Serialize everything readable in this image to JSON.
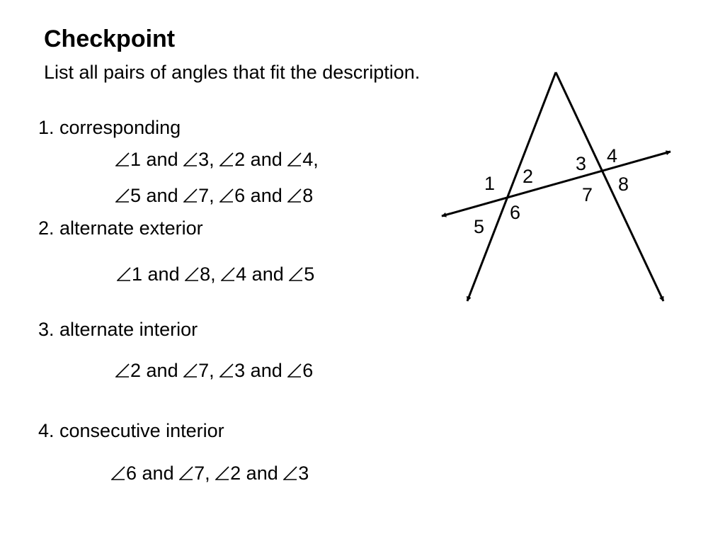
{
  "title": "Checkpoint",
  "subtitle": "List all pairs of angles that fit the description.",
  "questions": [
    {
      "label": "1.  corresponding",
      "answers": [
        [
          {
            "n": "1"
          },
          {
            "t": " and "
          },
          {
            "n": "3"
          },
          {
            "t": ", "
          },
          {
            "n": "2"
          },
          {
            "t": " and "
          },
          {
            "n": "4"
          },
          {
            "t": ","
          }
        ],
        [
          {
            "n": "5"
          },
          {
            "t": " and "
          },
          {
            "n": "7"
          },
          {
            "t": ", "
          },
          {
            "n": "6"
          },
          {
            "t": " and "
          },
          {
            "n": "8"
          }
        ]
      ]
    },
    {
      "label": "2.  alternate exterior",
      "answers": [
        [
          {
            "n": "1"
          },
          {
            "t": " and "
          },
          {
            "n": "8"
          },
          {
            "t": ", "
          },
          {
            "n": "4"
          },
          {
            "t": " and "
          },
          {
            "n": "5"
          }
        ]
      ]
    },
    {
      "label": "3.  alternate interior",
      "answers": [
        [
          {
            "n": "2"
          },
          {
            "t": " and "
          },
          {
            "n": "7"
          },
          {
            "t": ", "
          },
          {
            "n": "3"
          },
          {
            "t": " and "
          },
          {
            "n": "6"
          }
        ]
      ]
    },
    {
      "label": "4.  consecutive interior",
      "answers": [
        [
          {
            "n": "6"
          },
          {
            "t": " and "
          },
          {
            "n": "7"
          },
          {
            "t": ", "
          },
          {
            "n": "2"
          },
          {
            "t": " and "
          },
          {
            "n": "3"
          }
        ]
      ]
    }
  ],
  "diagram": {
    "angle_labels": [
      "1",
      "2",
      "3",
      "4",
      "5",
      "6",
      "7",
      "8"
    ]
  }
}
